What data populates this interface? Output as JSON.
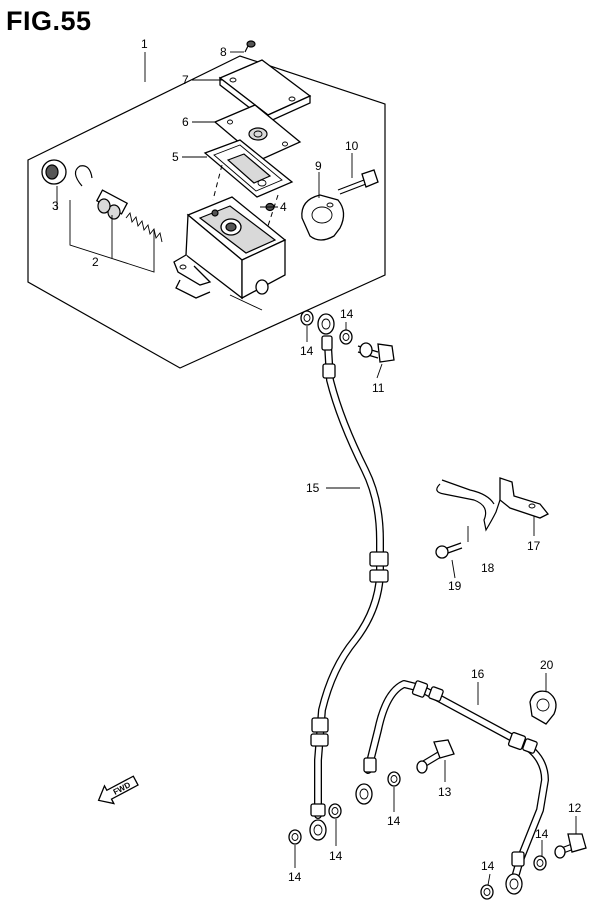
{
  "figure": {
    "title": "FIG.55",
    "fwd_label": "FWD"
  },
  "callouts": [
    {
      "id": "c1",
      "label": "1"
    },
    {
      "id": "c2",
      "label": "2"
    },
    {
      "id": "c3",
      "label": "3"
    },
    {
      "id": "c4",
      "label": "4"
    },
    {
      "id": "c5",
      "label": "5"
    },
    {
      "id": "c6",
      "label": "6"
    },
    {
      "id": "c7",
      "label": "7"
    },
    {
      "id": "c8",
      "label": "8"
    },
    {
      "id": "c9",
      "label": "9"
    },
    {
      "id": "c10",
      "label": "10"
    },
    {
      "id": "c11",
      "label": "11"
    },
    {
      "id": "c12",
      "label": "12"
    },
    {
      "id": "c13",
      "label": "13"
    },
    {
      "id": "c14a",
      "label": "14"
    },
    {
      "id": "c14b",
      "label": "14"
    },
    {
      "id": "c14c",
      "label": "14"
    },
    {
      "id": "c14d",
      "label": "14"
    },
    {
      "id": "c14e",
      "label": "14"
    },
    {
      "id": "c14f",
      "label": "14"
    },
    {
      "id": "c14g",
      "label": "14"
    },
    {
      "id": "c15",
      "label": "15"
    },
    {
      "id": "c16",
      "label": "16"
    },
    {
      "id": "c17",
      "label": "17"
    },
    {
      "id": "c18",
      "label": "18"
    },
    {
      "id": "c19",
      "label": "19"
    },
    {
      "id": "c20",
      "label": "20"
    }
  ]
}
